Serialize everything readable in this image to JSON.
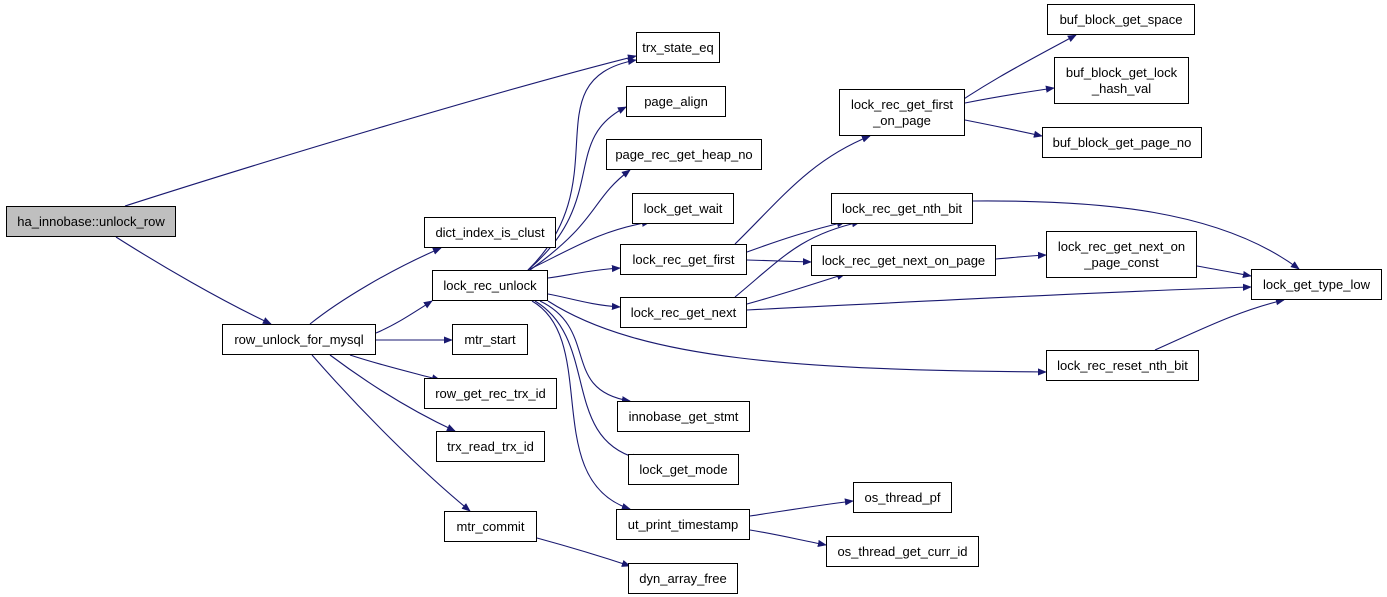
{
  "colors": {
    "edge": "#191970",
    "node_border": "#000000",
    "root_fill": "#bfbfbf",
    "node_fill": "#ffffff"
  },
  "nodes": {
    "root": "ha_innobase::unlock_row",
    "row_unlock_for_mysql": "row_unlock_for_mysql",
    "dict_index_is_clust": "dict_index_is_clust",
    "lock_rec_unlock": "lock_rec_unlock",
    "mtr_start": "mtr_start",
    "row_get_rec_trx_id": "row_get_rec_trx_id",
    "trx_read_trx_id": "trx_read_trx_id",
    "mtr_commit": "mtr_commit",
    "trx_state_eq": "trx_state_eq",
    "page_align": "page_align",
    "page_rec_get_heap_no": "page_rec_get_heap_no",
    "lock_get_wait": "lock_get_wait",
    "lock_rec_get_first": "lock_rec_get_first",
    "lock_rec_get_next": "lock_rec_get_next",
    "innobase_get_stmt": "innobase_get_stmt",
    "lock_get_mode": "lock_get_mode",
    "ut_print_timestamp": "ut_print_timestamp",
    "dyn_array_free": "dyn_array_free",
    "lock_rec_get_first_on_page": "lock_rec_get_first\n_on_page",
    "lock_rec_get_nth_bit": "lock_rec_get_nth_bit",
    "lock_rec_get_next_on_page": "lock_rec_get_next_on_page",
    "lock_rec_reset_nth_bit": "lock_rec_reset_nth_bit",
    "os_thread_pf": "os_thread_pf",
    "os_thread_get_curr_id": "os_thread_get_curr_id",
    "buf_block_get_space": "buf_block_get_space",
    "buf_block_get_lock_hash_val": "buf_block_get_lock\n_hash_val",
    "buf_block_get_page_no": "buf_block_get_page_no",
    "lock_rec_get_next_on_page_const": "lock_rec_get_next_on\n_page_const",
    "lock_get_type_low": "lock_get_type_low"
  }
}
